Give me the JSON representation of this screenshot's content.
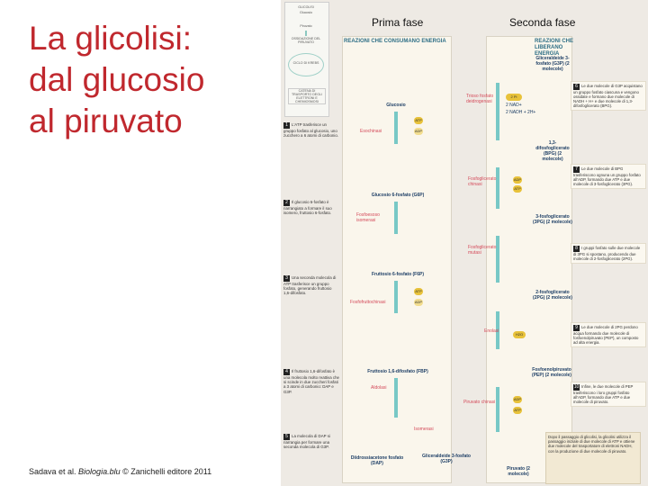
{
  "slide": {
    "title_lines": [
      "La glicolisi:",
      "dal glucosio",
      "al piruvato"
    ],
    "credit_prefix": "Sadava et al. ",
    "credit_book": "Biologia.blu",
    "credit_suffix": " © Zanichelli editore 2011"
  },
  "figure": {
    "col_left": "Prima fase",
    "col_right": "Seconda fase",
    "panel_left_head": "REAZIONI CHE CONSUMANO ENERGIA",
    "panel_right_head": "REAZIONI CHE LIBERANO ENERGIA",
    "overview": [
      "GLICOLISI",
      "Glucosio",
      "Piruvato",
      "OSSIDAZIONE DEL PIRUVATO",
      "CICLO DI KREBS",
      "CATENA DI TRASPORTO DEGLI ELETTRONI E CHEMIOSMOSI"
    ],
    "left_notes": [
      {
        "num": "1",
        "text": "L'ATP trasferisce un gruppo fosfato al glucosio, uno zucchero a 6 atomi di carbonio."
      },
      {
        "num": "2",
        "text": "Il glucosio 6-fosfato è riarrangiato a formare il suo isomero, fruttosio 6-fosfato."
      },
      {
        "num": "3",
        "text": "Una seconda molecola di ATP trasferisce un gruppo fosfato, generando fruttosio 1,6-difosfato."
      },
      {
        "num": "4",
        "text": "Il fruttosio 1,6-difosfato è una molecola molto reattiva che si scinde in due zuccheri fosfati a 3 atomi di carbonio: DAP e G3P."
      },
      {
        "num": "5",
        "text": "La molecola di DAP si riarrangia per formare una seconda molecola di G3P."
      }
    ],
    "right_notes": [
      {
        "num": "6",
        "text": "Le due molecole di G3P acquistano un gruppo fosfato ciascuna e vengono ossidate e formano due molecole di NADH + H+ e due molecole di 1,3-difosfoglicerato (BPG)."
      },
      {
        "num": "7",
        "text": "Le due molecole di BPG trasferiscono ognuna un gruppo fosfato all'ADP, formando due ATP e due molecole di 3-fosfoglicerato (3PG)."
      },
      {
        "num": "8",
        "text": "I gruppi fosfato sulle due molecole di 3PG si spostano, producendo due molecole di 2-fosfoglicerato (2PG)."
      },
      {
        "num": "9",
        "text": "Le due molecole di 2PG perdono acqua formando due molecole di fosfoenolpiruvato (PEP), un composto ad alta energia."
      },
      {
        "num": "10",
        "text": "Infine, le due molecole di PEP trasferiscono i loro gruppi fosfato all'ADP, formando due ATP e due molecole di piruvato."
      }
    ],
    "left_molecules": [
      "Glucosio",
      "Glucosio 6-fosfato (G6P)",
      "Fruttosio 6-fosfato (F6P)",
      "Fruttosio 1,6-difosfato (FBP)",
      "Diidrossiacetone fosfato (DAP)"
    ],
    "right_molecules": [
      "Gliceraldeide 3-fosfato (G3P) (2 molecole)",
      "1,3-difosfoglicerato (BPG) (2 molecole)",
      "3-fosfoglicerato (3PG) (2 molecole)",
      "2-fosfoglicerato (2PG) (2 molecole)",
      "Fosfoenolpiruvato (PEP) (2 molecole)",
      "Piruvato (2 molecole)",
      "Gliceraldeide 3-fosfato (G3P)"
    ],
    "left_enzymes": [
      "Esochinasi",
      "Fosfoesoso isomerasi",
      "Fosfofruttochinasi",
      "Aldolasi"
    ],
    "right_enzymes": [
      "Trioso fosfato deidrogenasi",
      "Fosfoglicerato chinasi",
      "Fosfoglicerato mutasi",
      "Enolasi",
      "Piruvato chinasi",
      "Isomerasi"
    ],
    "cofactors": {
      "atp": "ATP",
      "adp": "ADP",
      "nad": "2 NAD+",
      "nadh": "2 NADH + 2H+",
      "pi": "2 Pi",
      "h2o": "H2O"
    },
    "summary": "Dopo il passaggio di glicolisi, la glicolisi utilizza il passaggio iniziale di due molecole di ATP e ottiene due molecole del trasportatore di elettroni NADH, con la produzione di due molecole di piruvato."
  }
}
